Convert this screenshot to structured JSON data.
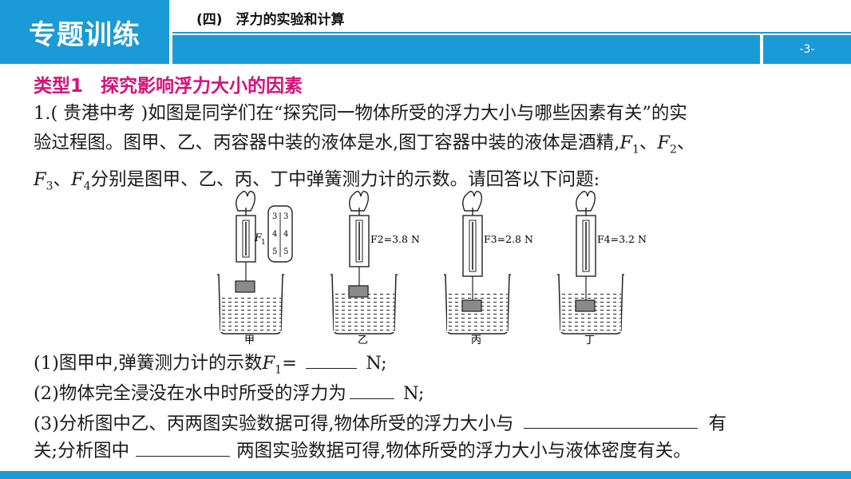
{
  "header": {
    "tag": "专题训练",
    "topic": "(四)　浮力的实验和计算",
    "page": "-3-"
  },
  "section": {
    "type": "类型1",
    "title": "探究影响浮力大小的因素"
  },
  "problem": {
    "p1": "1.( 贵港中考 )如图是同学们在“探究同一物体所受的浮力大小与哪些因素有关”的实",
    "p2": "验过程图。图甲、乙、丙容器中装的液体是水,图丁容器中装的液体是酒精,",
    "p3": "分别是图甲、乙、丙、丁中弹簧测力计的示数。请回答以下问题:"
  },
  "figure": {
    "labels": [
      "甲",
      "乙",
      "丙",
      "丁"
    ],
    "readings": [
      "F1",
      "F2=3.8 N",
      "F3=2.8 N",
      "F4=3.2 N"
    ],
    "scale": [
      "3",
      "4",
      "5"
    ]
  },
  "questions": {
    "q1a": "(1)图甲中,弹簧测力计的示数",
    "q1b": "= ",
    "q1c": " N;",
    "q2a": "(2)物体完全浸没在水中时所受的浮力为",
    "q2b": " N;",
    "q3a": "(3)分析图中乙、丙两图实验数据可得,物体所受的浮力大小与",
    "q3b": "有",
    "q3c": "关;分析图中",
    "q3d": "两图实验数据可得,物体所受的浮力大小与液体密度有关。"
  }
}
